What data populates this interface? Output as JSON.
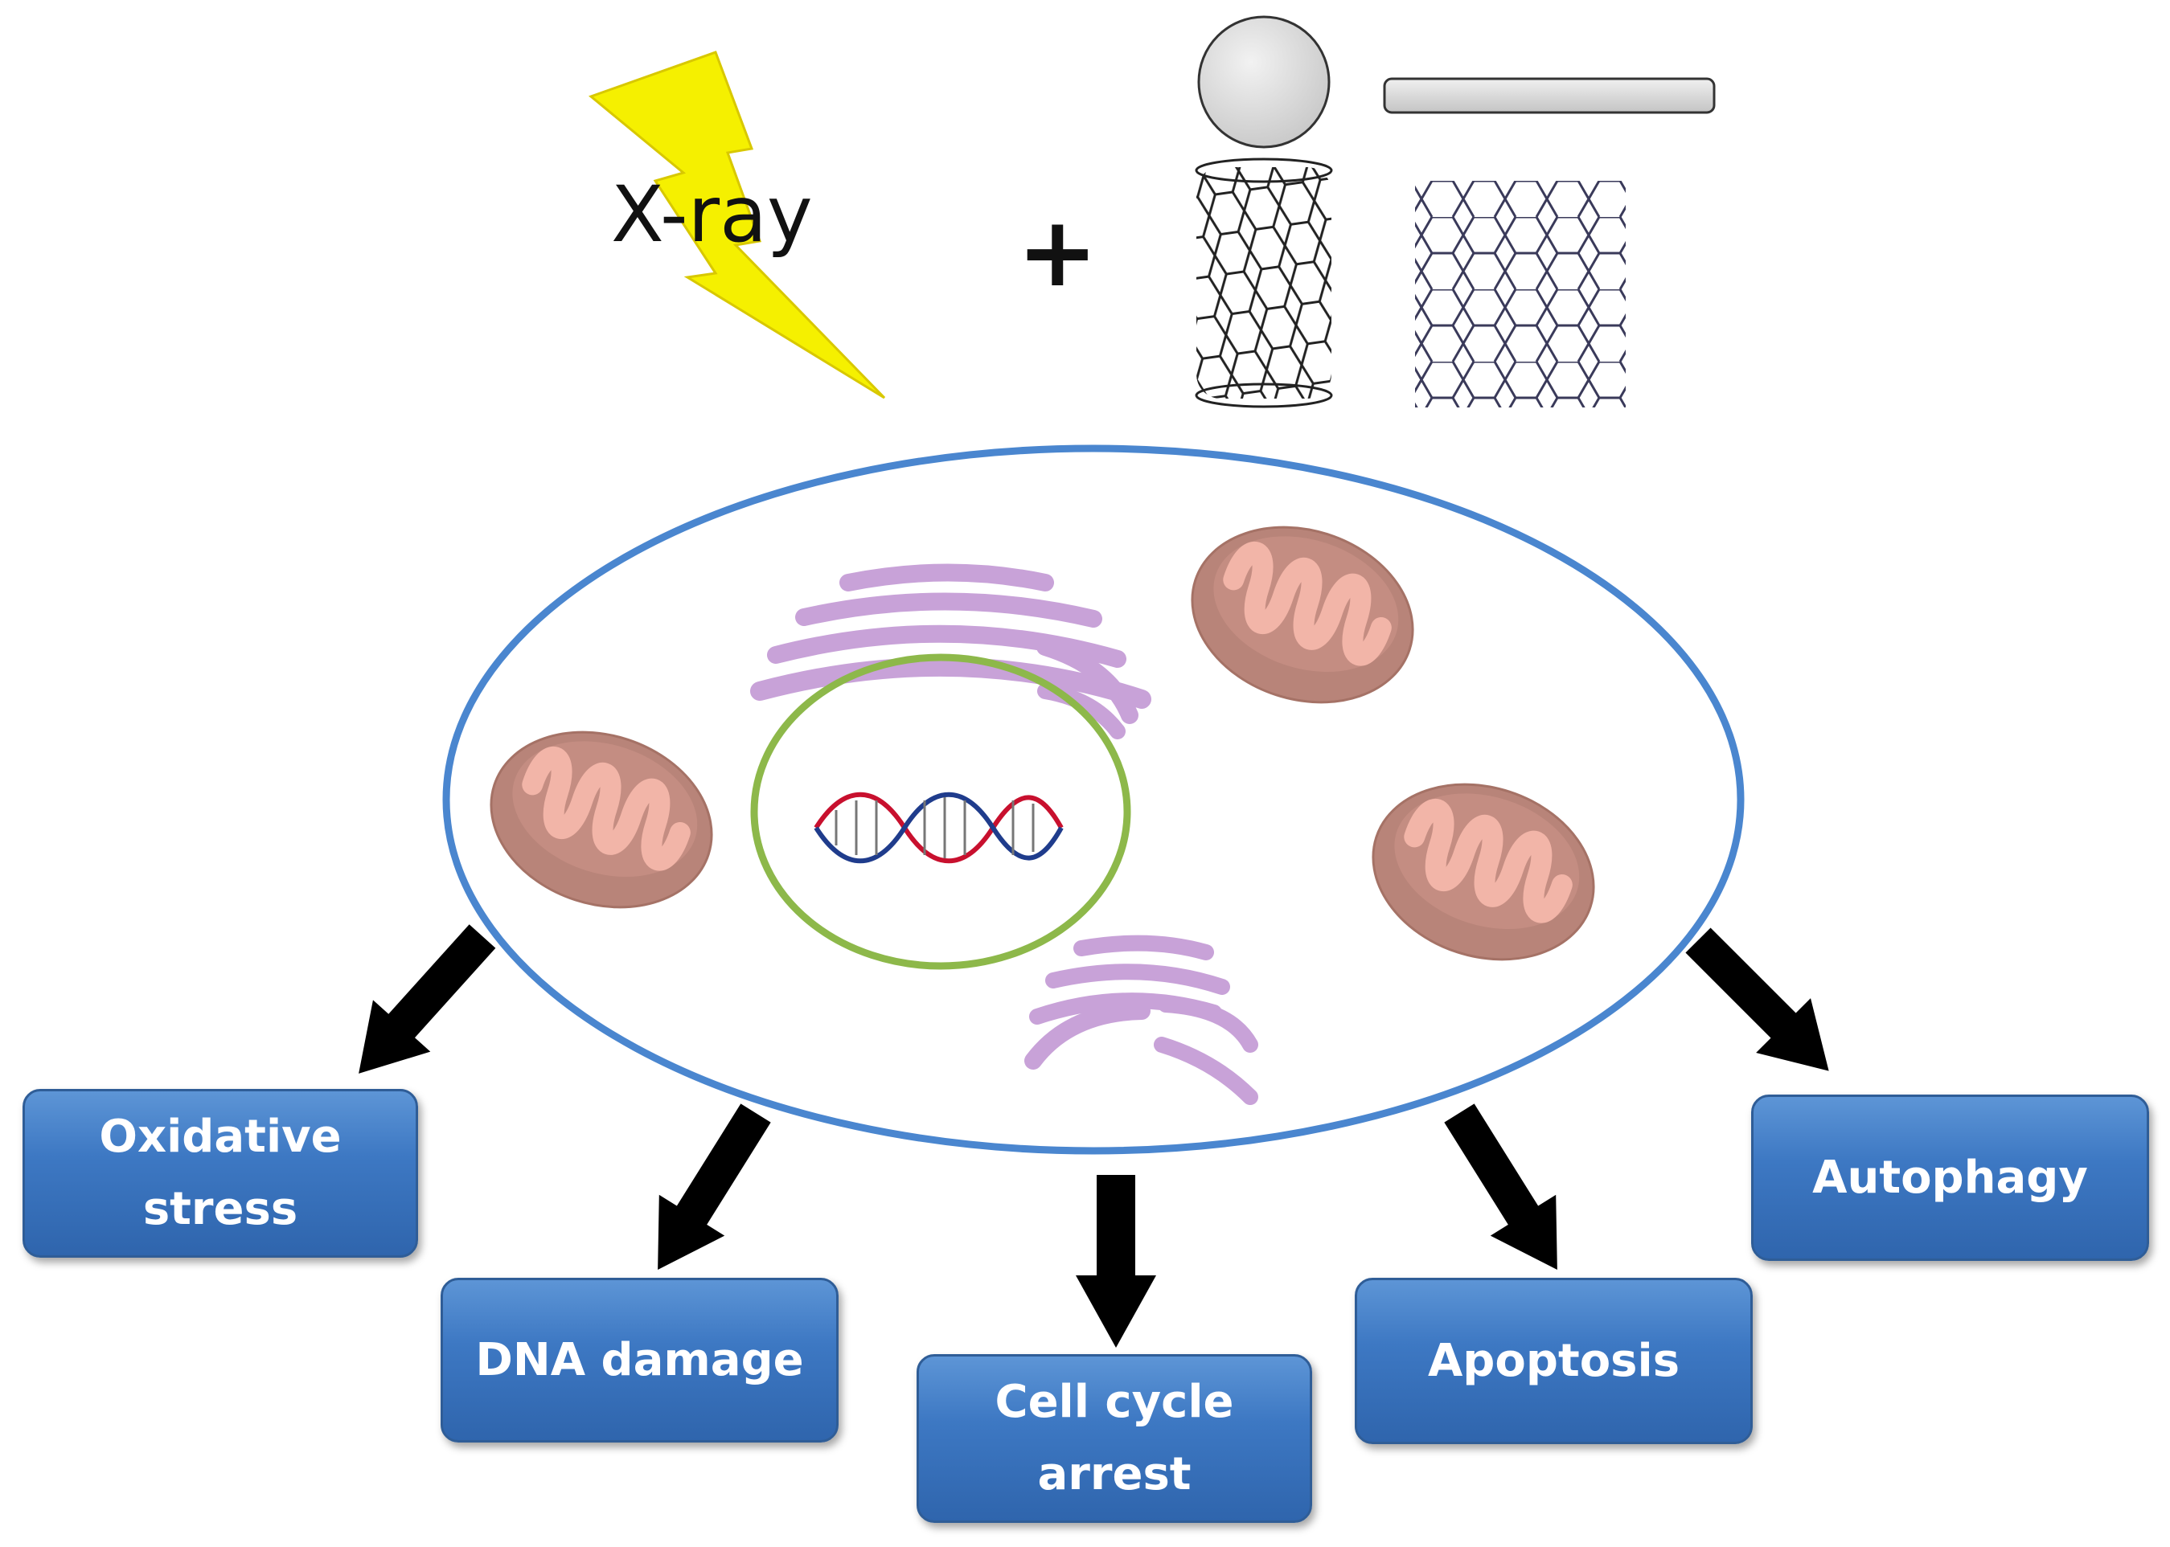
{
  "stimulus": {
    "xray_label": "X-ray",
    "plus_sign": "+"
  },
  "outcomes": {
    "oxidative_stress": {
      "line1": "Oxidative",
      "line2": "stress"
    },
    "dna_damage": {
      "label": "DNA damage"
    },
    "cell_cycle_arrest": {
      "line1": "Cell cycle",
      "line2": "arrest"
    },
    "apoptosis": {
      "label": "Apoptosis"
    },
    "autophagy": {
      "label": "Autophagy"
    }
  },
  "colors": {
    "lightning": "#f5f000",
    "cell_membrane": "#4a86cf",
    "nucleus": "#8db84a",
    "golgi": "#c8a2d8",
    "mitochondria_outer": "#c0877c",
    "mitochondria_inner": "#f2b5a8",
    "dna_strand_a": "#c8102e",
    "dna_strand_b": "#1f3c8c",
    "outcome_box": "#3d78c3"
  },
  "icons": [
    "lightning-bolt-icon",
    "nanoparticle-sphere-icon",
    "nanorod-icon",
    "carbon-nanotube-icon",
    "graphene-sheet-icon",
    "dna-helix-icon",
    "mitochondrion-icon",
    "golgi-apparatus-icon",
    "arrow-icon"
  ]
}
